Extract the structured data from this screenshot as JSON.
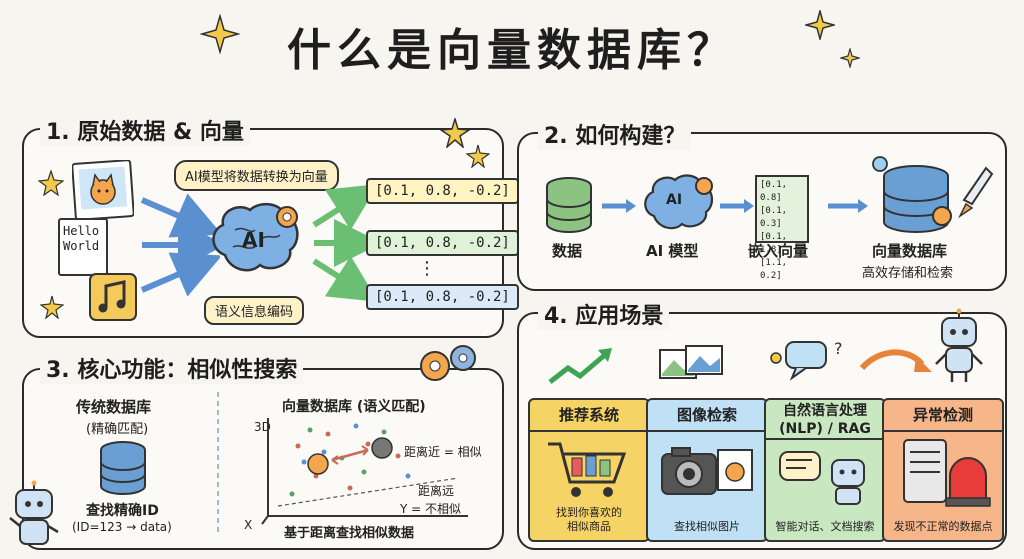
{
  "title": "什么是向量数据库？",
  "section1": {
    "title": "1. 原始数据 & 向量",
    "doc_text": "Hello\nWorld",
    "bubble": "AI模型将数据转换为向量",
    "brain_label": "AI",
    "pill": "语义信息编码",
    "vectors": [
      "[0.1, 0.8, -0.2]",
      "[0.1, 0.8, -0.2]",
      "[0.1, 0.8, -0.2]"
    ],
    "ellipsis": "⋮"
  },
  "section2": {
    "title": "2. 如何构建？",
    "steps": [
      {
        "label": "数据"
      },
      {
        "label": "AI 模型",
        "icon_label": "AI"
      },
      {
        "label": "嵌入向量",
        "embedding": [
          "[0.1, 0.8]",
          "[0.1, 0.3]",
          "[0.1, 1.8]",
          "[1.1, 0.2]"
        ]
      },
      {
        "label": "向量数据库",
        "sublabel": "高效存储和检索"
      }
    ]
  },
  "section3": {
    "title": "3. 核心功能：相似性搜索",
    "left_title": "传统数据库",
    "left_sub": "(精确匹配)",
    "left_caption": "查找精确ID",
    "left_example": "(ID=123 → data)",
    "right_title": "向量数据库 (语义匹配)",
    "axis_3d": "3D",
    "axis_x": "X",
    "near_label": "距离近 = 相似",
    "far_label1": "距离远",
    "far_label2": "Y = 不相似",
    "bottom_caption": "基于距离查找相似数据"
  },
  "section4": {
    "title": "4. 应用场景",
    "cards": [
      {
        "title": "推荐系统",
        "caption": "找到你喜欢的\n相似商品",
        "color": "#f6d365"
      },
      {
        "title": "图像检索",
        "caption": "查找相似图片",
        "color": "#bfe0f5"
      },
      {
        "title": "自然语言处理\n(NLP) / RAG",
        "caption": "智能对话、文档搜索",
        "color": "#c9e7c1"
      },
      {
        "title": "异常检测",
        "caption": "发现不正常的数据点",
        "color": "#f7b58a"
      }
    ]
  },
  "colors": {
    "db_blue": "#6a9fd4",
    "db_green": "#8cc383",
    "brain": "#7fb0e3",
    "arrow_blue": "#5a8fd0",
    "arrow_green": "#6bbf73",
    "vec_yellow": "#fff4c2",
    "vec_green": "#dff2d8",
    "vec_blue": "#dbe9f8"
  }
}
